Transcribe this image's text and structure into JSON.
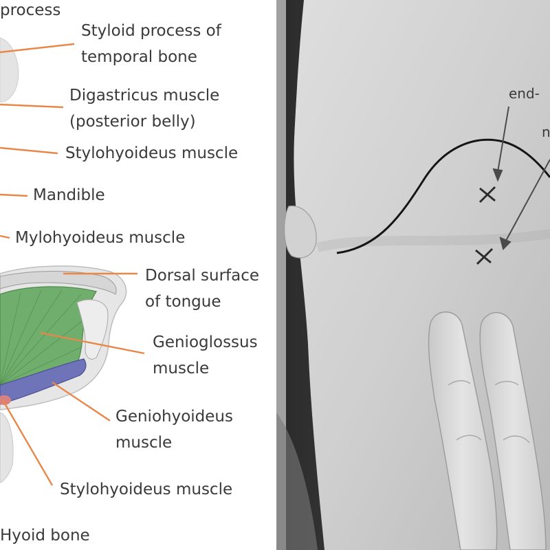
{
  "diagram": {
    "labels": {
      "process": "process",
      "styloid_line1": "Styloid process of",
      "styloid_line2": "temporal bone",
      "digastricus_line1": "Digastricus muscle",
      "digastricus_line2": "(posterior belly)",
      "stylohyoideus_upper": "Stylohyoideus muscle",
      "mandible": "Mandible",
      "mylohyoideus": "Mylohyoideus muscle",
      "dorsal_line1": "Dorsal surface",
      "dorsal_line2": "of tongue",
      "genioglossus_line1": "Genioglossus",
      "genioglossus_line2": "muscle",
      "geniohyoideus_line1": "Geniohyoideus",
      "geniohyoideus_line2": "muscle",
      "stylohyoideus_lower": "Stylohyoideus muscle",
      "hyoid": "Hyoid bone"
    },
    "colors": {
      "leader_line": "#e8874a",
      "genioglossus": "#6fae6c",
      "geniohyoideus": "#6f73b8",
      "bone": "#e2e2e2",
      "label_text": "#3a3a3a"
    }
  },
  "photo": {
    "annotations": {
      "end_label": "end-",
      "second_label": "n"
    },
    "marks": [
      "x",
      "x"
    ]
  }
}
